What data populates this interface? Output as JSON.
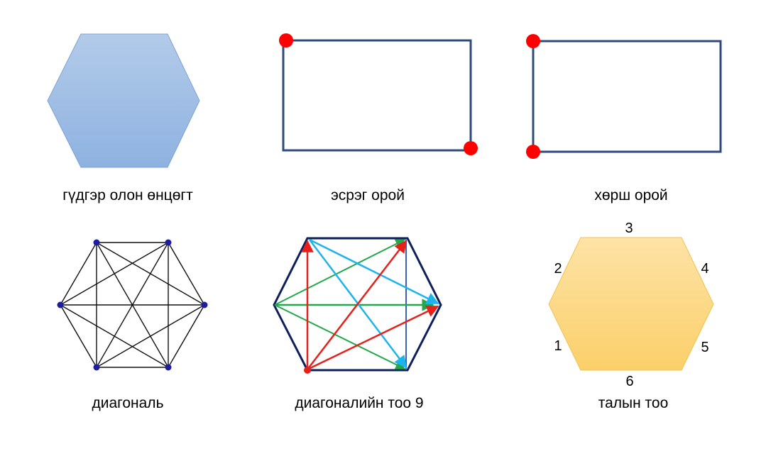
{
  "captions": {
    "convex_polygon": "гүдгэр олон өнцөгт",
    "opposite_vertex": "эсрэг орой",
    "adjacent_vertex": "хөрш орой",
    "diagonal": "диагональ",
    "diagonal_count": "диагоналийн тоо 9",
    "side_count": "талын тоо"
  },
  "side_numbers": [
    "1",
    "2",
    "3",
    "4",
    "5",
    "6"
  ],
  "colors": {
    "hexagon_blue_top": "#b3cbe9",
    "hexagon_blue_bottom": "#8eb2e0",
    "rect_stroke": "#2f4b7c",
    "vertex_dot": "#ff0000",
    "graph_node": "#1d1d9e",
    "hex_outline": "#0d1f5c",
    "arrow_red": "#e8201c",
    "arrow_cyan": "#1fb3ec",
    "arrow_green": "#22a84a",
    "arrow_blue": "#3b5ec2",
    "hexagon_orange_top": "#fde09e",
    "hexagon_orange_bottom": "#fbd06a"
  }
}
